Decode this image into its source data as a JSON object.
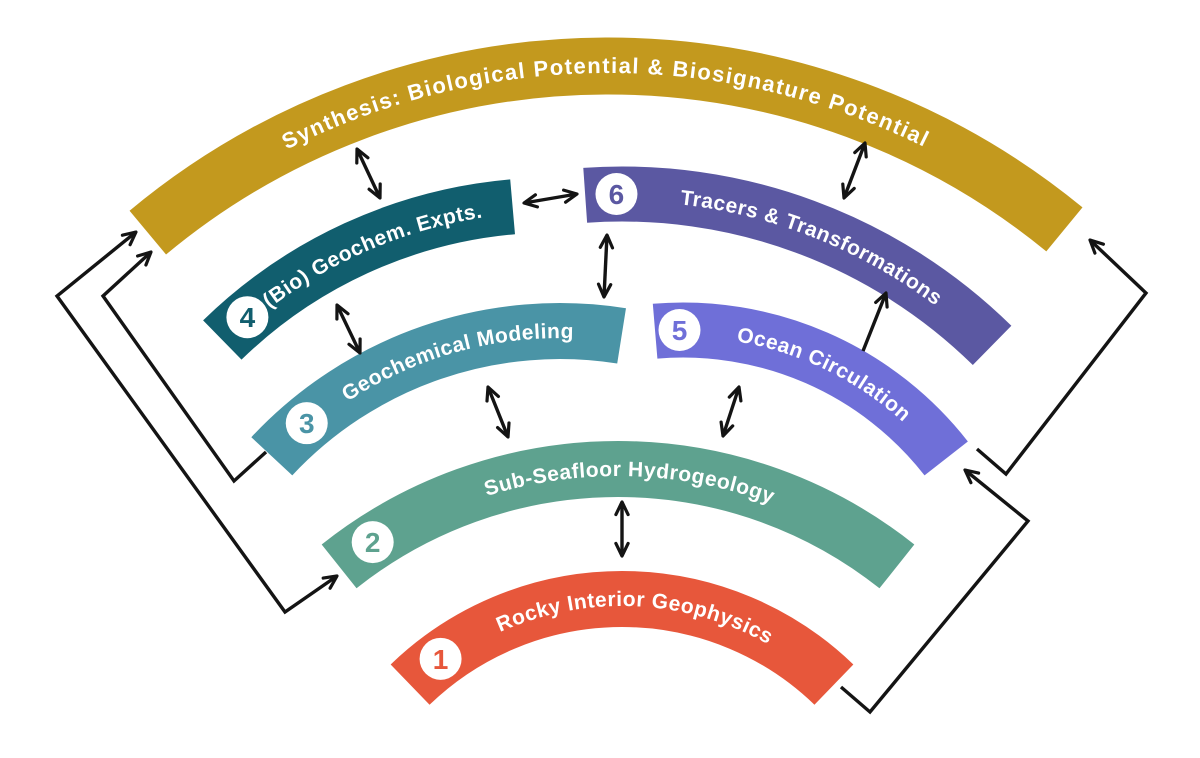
{
  "figure": {
    "background_color": "#ffffff",
    "line_color": "#141414",
    "text_color": "#ffffff",
    "bands": [
      {
        "id": "band1",
        "number": "1",
        "label": "Rocky Interior Geophysics",
        "color": "#E7573B"
      },
      {
        "id": "band2",
        "number": "2",
        "label": "Sub-Seafloor Hydrogeology",
        "color": "#5EA28F"
      },
      {
        "id": "band3",
        "number": "3",
        "label": "Geochemical Modeling",
        "color": "#4A94A6"
      },
      {
        "id": "band4",
        "number": "4",
        "label": "(Bio) Geochem. Expts.",
        "color": "#115E6E"
      },
      {
        "id": "band5",
        "number": "5",
        "label": "Ocean Circulation",
        "color": "#6F6FD8"
      },
      {
        "id": "band6",
        "number": "6",
        "label": "Tracers & Transformations",
        "color": "#5B58A2"
      },
      {
        "id": "synthesis",
        "number": null,
        "label": "Synthesis: Biological Potential & Biosignature Potential",
        "color": "#C3991E"
      }
    ],
    "links": [
      {
        "from": "synthesis",
        "to": "band4",
        "arrows": "both"
      },
      {
        "from": "band4",
        "to": "band6",
        "arrows": "both"
      },
      {
        "from": "synthesis",
        "to": "band6",
        "arrows": "both"
      },
      {
        "from": "band4",
        "to": "band3",
        "arrows": "both"
      },
      {
        "from": "band6",
        "to": "band3",
        "arrows": "both"
      },
      {
        "from": "band3",
        "to": "band2",
        "arrows": "both"
      },
      {
        "from": "band5",
        "to": "band2",
        "arrows": "both"
      },
      {
        "from": "band2",
        "to": "band1",
        "arrows": "both"
      },
      {
        "from": "band5",
        "to": "band6",
        "arrows": "end"
      },
      {
        "from": "band3",
        "to": "synthesis",
        "arrows": "end"
      },
      {
        "from": "band2",
        "to": "synthesis",
        "arrows": "both"
      },
      {
        "from": "band1",
        "to": "band5",
        "arrows": "end"
      },
      {
        "from": "band5",
        "to": "synthesis",
        "arrows": "end"
      }
    ]
  }
}
